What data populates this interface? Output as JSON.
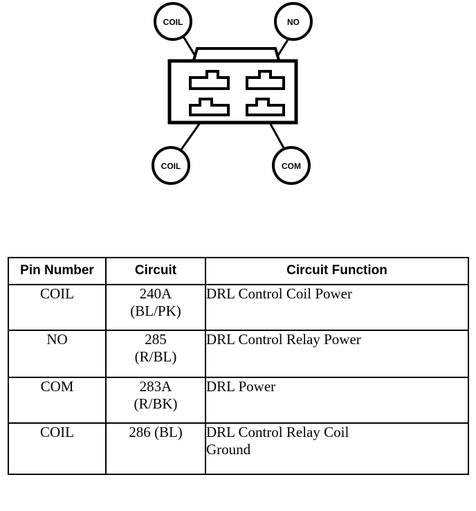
{
  "diagram": {
    "name": "drl-relay-connector-pinout",
    "connector": {
      "pin_count": 4,
      "terminal_shape": "blade-terminal"
    },
    "callouts": [
      {
        "id": "coil-top-left",
        "label": "COIL",
        "position": "top-left"
      },
      {
        "id": "no-top-right",
        "label": "NO",
        "position": "top-right"
      },
      {
        "id": "coil-bottom-left",
        "label": "COIL",
        "position": "bottom-left"
      },
      {
        "id": "com-bottom-right",
        "label": "COM",
        "position": "bottom-right"
      }
    ],
    "colors": {
      "stroke": "#000000",
      "fill": "#ffffff"
    }
  },
  "table": {
    "name": "pin-circuit-function-table",
    "headers": {
      "pin_number": "Pin\nNumber",
      "pin_number_line1": "Pin",
      "pin_number_line2": "Number",
      "circuit": "Circuit",
      "circuit_function": "Circuit Function"
    },
    "rows": [
      {
        "pin": "COIL",
        "circuit_line1": "240A",
        "circuit_line2": "(BL/PK)",
        "function_line1": "DRL Control Coil Power",
        "function_line2": ""
      },
      {
        "pin": "NO",
        "circuit_line1": "285",
        "circuit_line2": "(R/BL)",
        "function_line1": "DRL Control Relay Power",
        "function_line2": ""
      },
      {
        "pin": "COM",
        "circuit_line1": "283A",
        "circuit_line2": "(R/BK)",
        "function_line1": "DRL Power",
        "function_line2": ""
      },
      {
        "pin": "COIL",
        "circuit_line1": "286 (BL)",
        "circuit_line2": "",
        "function_line1": "DRL Control Relay Coil",
        "function_line2": "Ground"
      }
    ]
  }
}
